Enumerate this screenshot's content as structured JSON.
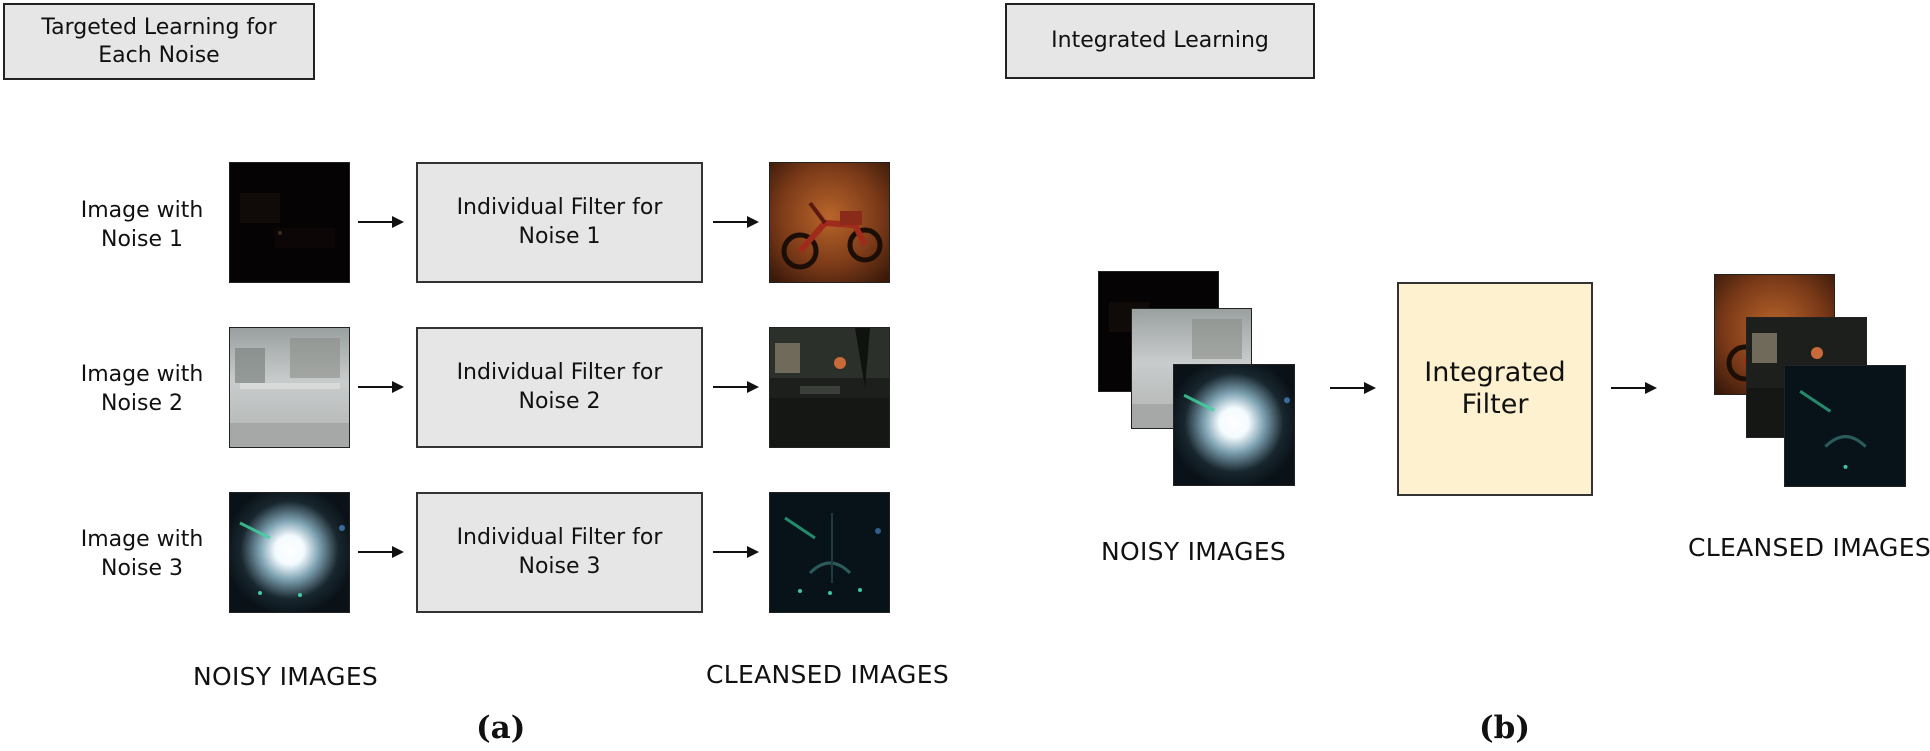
{
  "panel_a": {
    "header": [
      "Targeted Learning for",
      "Each Noise"
    ],
    "rows": [
      {
        "label": [
          "Image with",
          "Noise 1"
        ],
        "filter": [
          "Individual Filter for",
          "Noise 1"
        ]
      },
      {
        "label": [
          "Image with",
          "Noise 2"
        ],
        "filter": [
          "Individual Filter for",
          "Noise 2"
        ]
      },
      {
        "label": [
          "Image with",
          "Noise 3"
        ],
        "filter": [
          "Individual Filter for",
          "Noise 3"
        ]
      }
    ],
    "noisy_caption": "NOISY IMAGES",
    "cleansed_caption": "CLEANSED IMAGES",
    "sublabel": "(a)"
  },
  "panel_b": {
    "header": "Integrated Learning",
    "filter": [
      "Integrated",
      "Filter"
    ],
    "noisy_caption": "NOISY IMAGES",
    "cleansed_caption": "CLEANSED IMAGES",
    "sublabel": "(b)"
  }
}
